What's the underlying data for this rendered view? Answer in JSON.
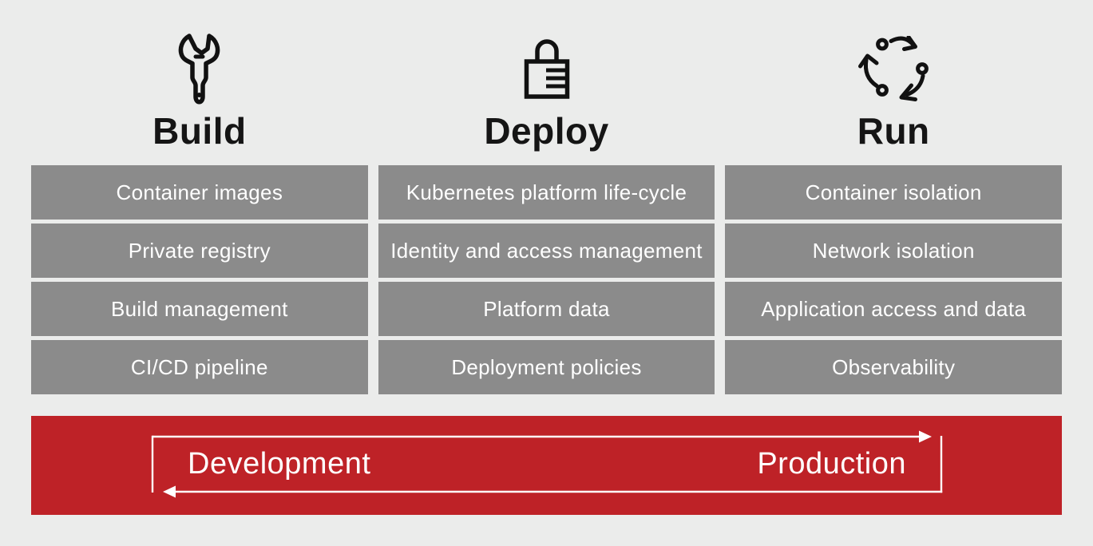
{
  "colors": {
    "background": "#ebeceb",
    "box_gray": "#8b8b8b",
    "banner_red": "#be2227",
    "title_black": "#151515",
    "text_white": "#ffffff"
  },
  "columns": [
    {
      "title": "Build",
      "icon": "wrench-icon",
      "items": [
        "Container images",
        "Private registry",
        "Build management",
        "CI/CD pipeline"
      ]
    },
    {
      "title": "Deploy",
      "icon": "lock-icon",
      "items": [
        "Kubernetes platform life-cycle",
        "Identity and access management",
        "Platform data",
        "Deployment policies"
      ]
    },
    {
      "title": "Run",
      "icon": "cycle-icon",
      "items": [
        "Container isolation",
        "Network isolation",
        "Application access and data",
        "Observability"
      ]
    }
  ],
  "banner": {
    "left_label": "Development",
    "right_label": "Production"
  }
}
